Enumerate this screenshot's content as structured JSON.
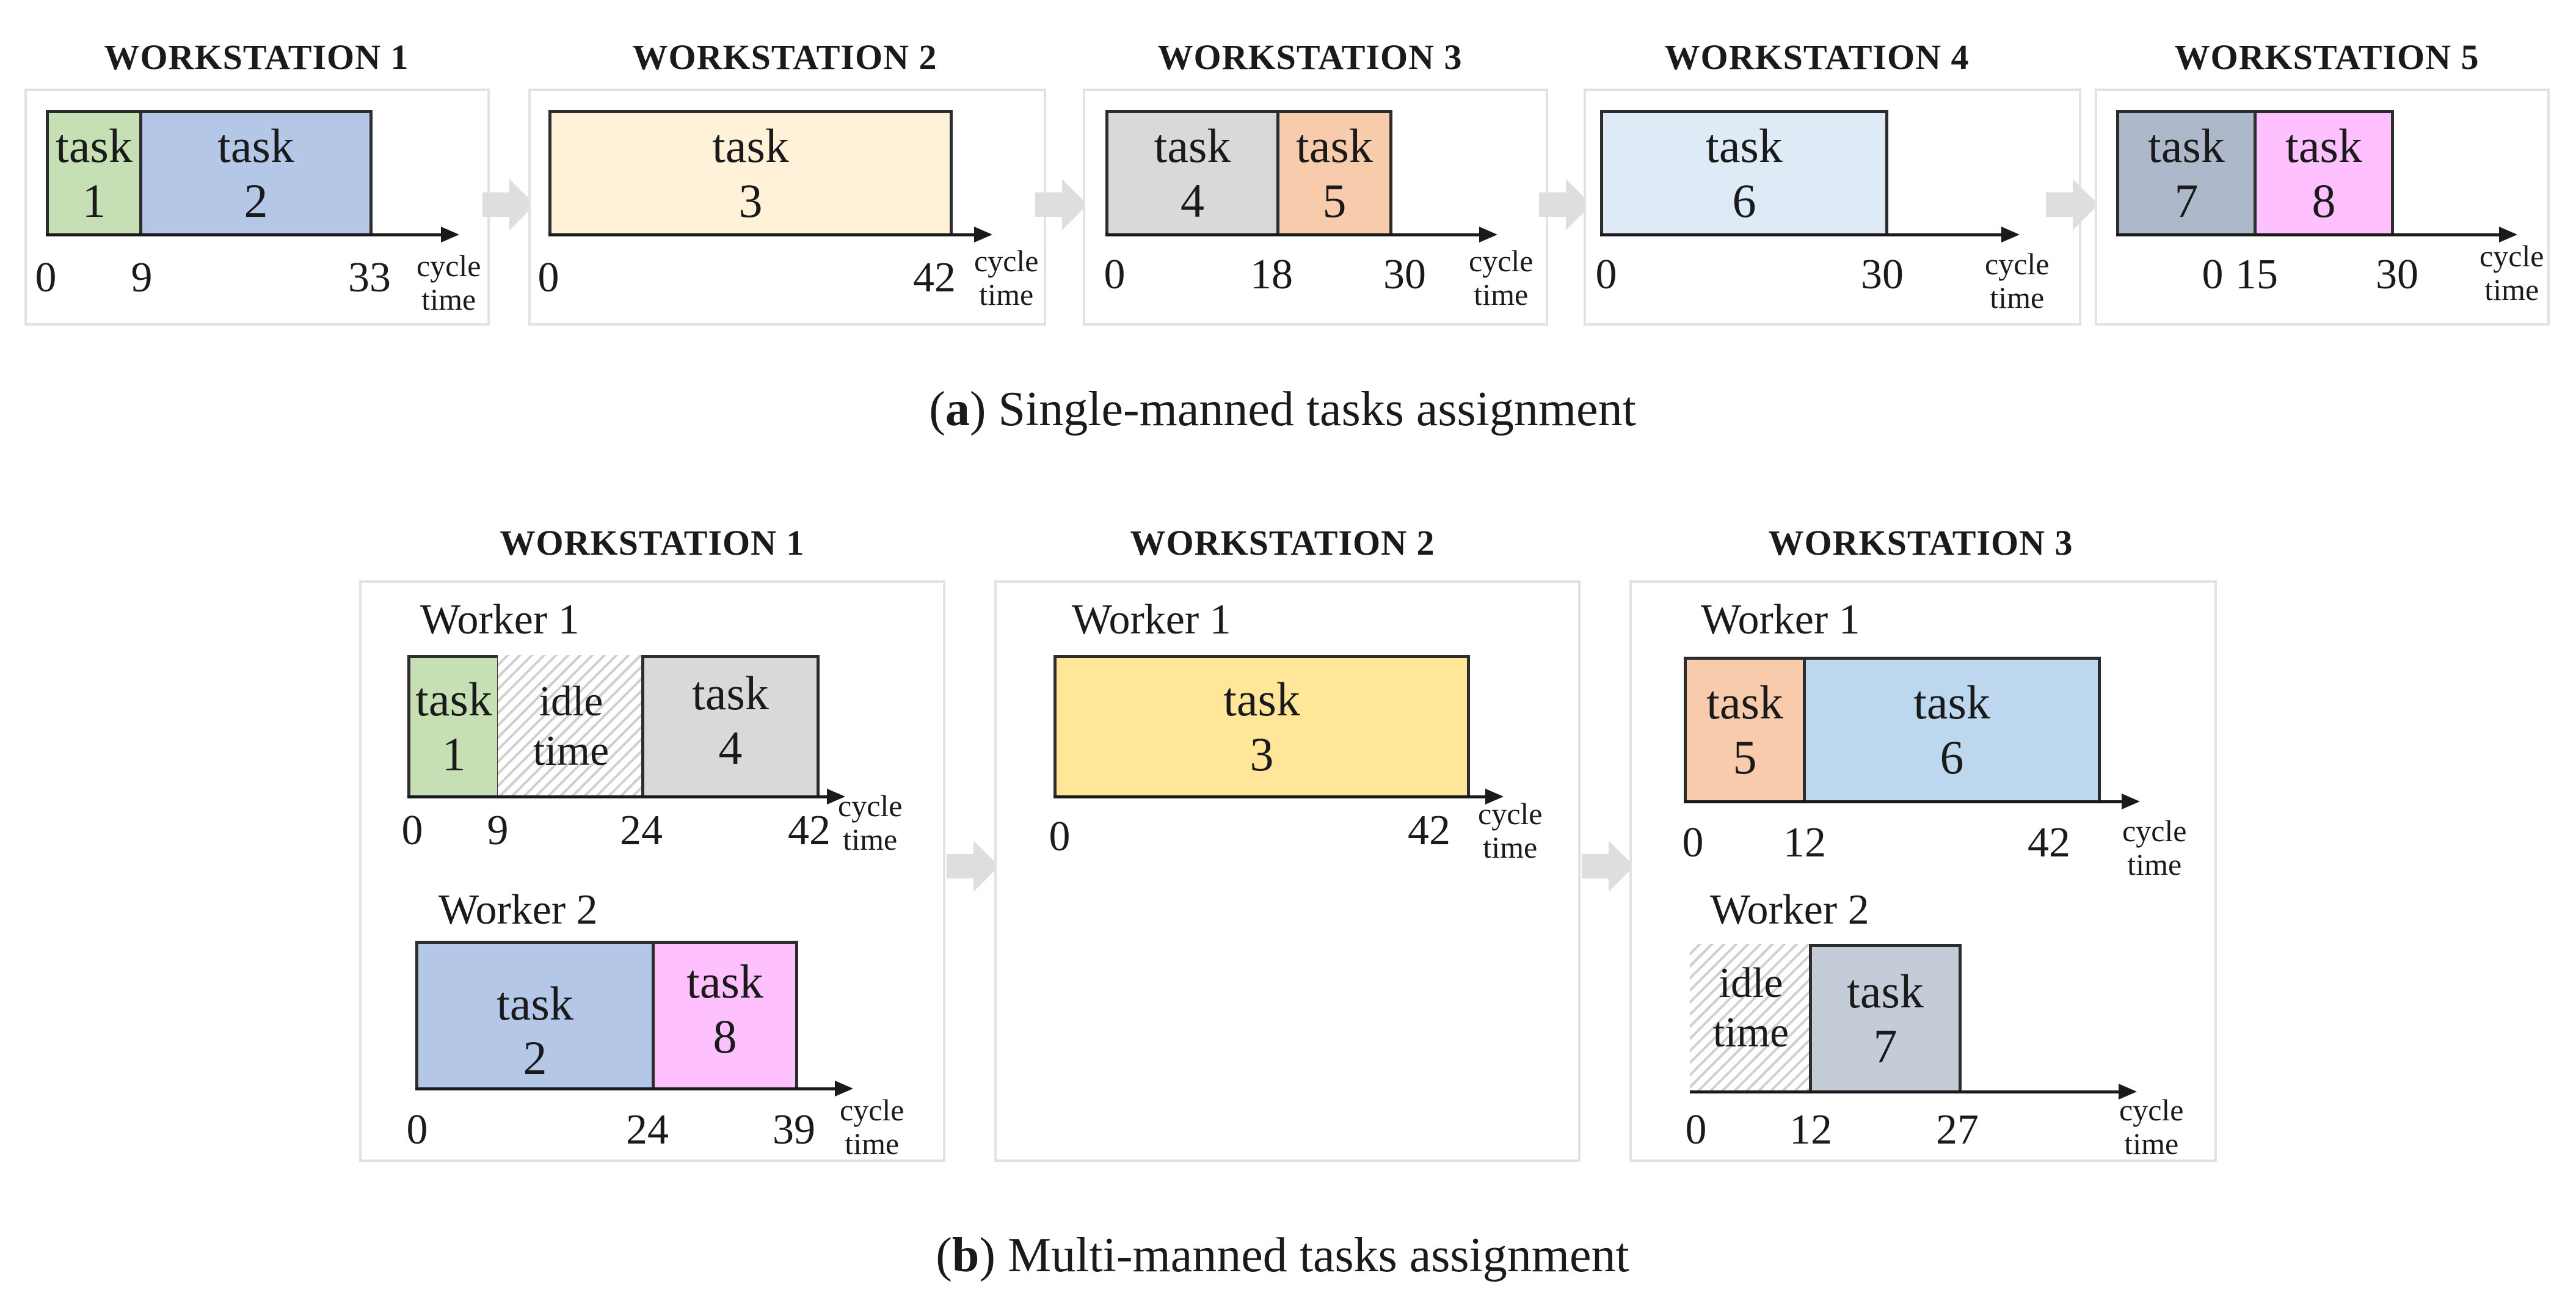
{
  "colors": {
    "task1": "#c6dfb4",
    "task2": "#b4c7e7",
    "task3_single": "#fff2d9",
    "task3_multi": "#ffe699",
    "task4": "#d9d9d9",
    "task5": "#f8cbad",
    "task6_single": "#deebf7",
    "task6_multi": "#bdd7ee",
    "task7_single": "#adb9ca",
    "task7_multi": "#c4ccd8",
    "task8": "#ffc0ff"
  },
  "common": {
    "task_word": "task",
    "idle_line1": "idle",
    "idle_line2": "time",
    "cycle_line1": "cycle",
    "cycle_line2": "time",
    "worker1": "Worker 1",
    "worker2": "Worker 2"
  },
  "section_a": {
    "caption_bold": "a",
    "caption_text": "Single-manned tasks assignment",
    "workstations": [
      {
        "title": "WORKSTATION 1",
        "tasks": [
          "1",
          "2"
        ],
        "ticks": [
          "0",
          "9",
          "33"
        ]
      },
      {
        "title": "WORKSTATION 2",
        "tasks": [
          "3"
        ],
        "ticks": [
          "0",
          "42"
        ]
      },
      {
        "title": "WORKSTATION 3",
        "tasks": [
          "4",
          "5"
        ],
        "ticks": [
          "0",
          "18",
          "30"
        ]
      },
      {
        "title": "WORKSTATION 4",
        "tasks": [
          "6"
        ],
        "ticks": [
          "0",
          "30"
        ]
      },
      {
        "title": "WORKSTATION 5",
        "tasks": [
          "7",
          "8"
        ],
        "ticks": [
          "0",
          "15",
          "30"
        ]
      }
    ]
  },
  "section_b": {
    "caption_bold": "b",
    "caption_text": "Multi-manned tasks assignment",
    "workstations": [
      {
        "title": "WORKSTATION 1",
        "worker1": {
          "tasks": [
            "1",
            "4"
          ],
          "ticks": [
            "0",
            "9",
            "24",
            "42"
          ]
        },
        "worker2": {
          "tasks": [
            "2",
            "8"
          ],
          "ticks": [
            "0",
            "24",
            "39"
          ]
        }
      },
      {
        "title": "WORKSTATION 2",
        "worker1": {
          "tasks": [
            "3"
          ],
          "ticks": [
            "0",
            "42"
          ]
        }
      },
      {
        "title": "WORKSTATION 3",
        "worker1": {
          "tasks": [
            "5",
            "6"
          ],
          "ticks": [
            "0",
            "12",
            "42"
          ]
        },
        "worker2": {
          "tasks": [
            "7"
          ],
          "ticks": [
            "0",
            "12",
            "27"
          ]
        }
      }
    ]
  }
}
